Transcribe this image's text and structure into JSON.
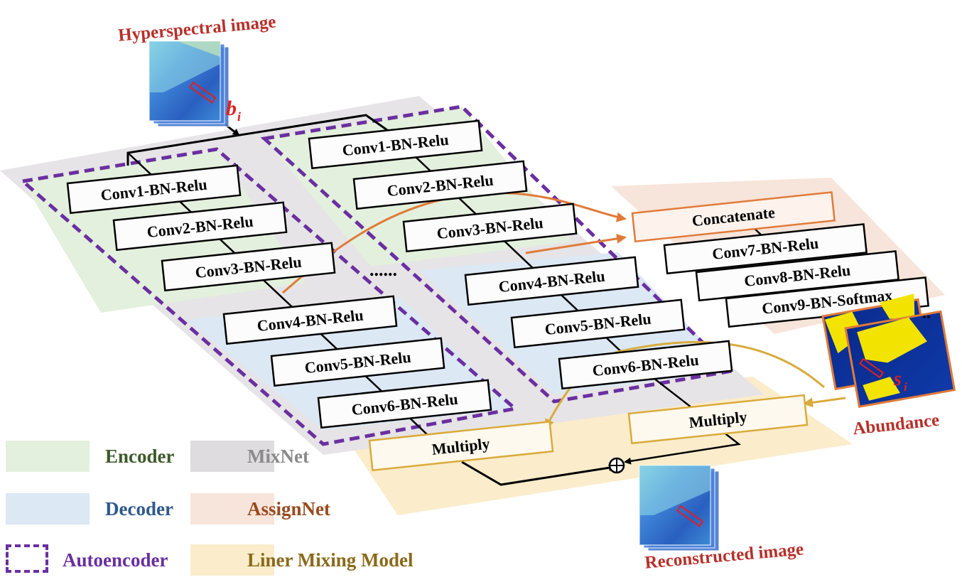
{
  "labels": {
    "hyperspectral_image": "Hyperspectral image",
    "reconstructed_image": "Reconstructed image",
    "abundance": "Abundance",
    "pixel_b": "b",
    "pixel_b_sub": "i",
    "pixel_s": "s",
    "pixel_s_sub": "i",
    "ellipsis_middle": "......",
    "ellipsis_abundance": "..",
    "oplus": "+"
  },
  "autoencoder_1": {
    "layers": [
      "Conv1-BN-Relu",
      "Conv2-BN-Relu",
      "Conv3-BN-Relu",
      "Conv4-BN-Relu",
      "Conv5-BN-Relu",
      "Conv6-BN-Relu"
    ]
  },
  "autoencoder_2": {
    "layers": [
      "Conv1-BN-Relu",
      "Conv2-BN-Relu",
      "Conv3-BN-Relu",
      "Conv4-BN-Relu",
      "Conv5-BN-Relu",
      "Conv6-BN-Relu"
    ]
  },
  "assignnet": {
    "layers": [
      "Concatenate",
      "Conv7-BN-Relu",
      "Conv8-BN-Relu",
      "Conv9-BN-Softmax"
    ]
  },
  "mixing": {
    "multiply_left": "Multiply",
    "multiply_right": "Multiply"
  },
  "legend": {
    "encoder": "Encoder",
    "decoder": "Decoder",
    "autoencoder": "Autoencoder",
    "mixnet": "MixNet",
    "assignnet": "AssignNet",
    "lmm": "Liner Mixing Model"
  },
  "colors": {
    "encoder_fill": "#e3f0dd",
    "decoder_fill": "#dce8f4",
    "mixnet_fill": "#dedcde",
    "assignnet_fill": "#f7e4da",
    "lmm_fill": "#fbeccb",
    "autoencoder_border": "#6a2fa0",
    "title_red": "#b8302a",
    "orange_arrow": "#e07b39",
    "gold_arrow": "#d9ab3c",
    "encoder_text": "#3d5a2a",
    "decoder_text": "#2f5a8c",
    "mixnet_text": "#8a8a8a",
    "assignnet_text": "#9a4a1e",
    "lmm_text": "#8a6a1a",
    "autoencoder_text": "#6a2fa0"
  }
}
